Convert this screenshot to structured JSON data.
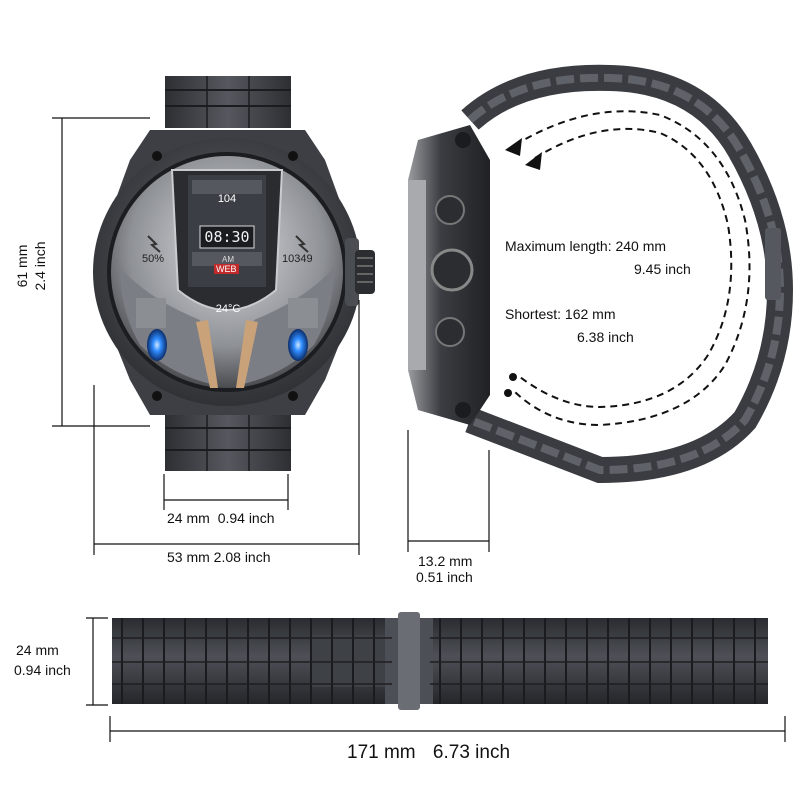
{
  "watch_face": {
    "steps": "104",
    "time": "08:30",
    "battery": "50%",
    "calories": "10349",
    "day_am": "AM",
    "day": "WEB",
    "temperature": "24°C"
  },
  "dimensions": {
    "height_mm": "61 mm",
    "height_inch": "2.4 inch",
    "strap_width_mm": "24 mm",
    "strap_width_inch": "0.94 inch",
    "case_width": "53 mm 2.08 inch",
    "thickness_mm": "13.2 mm",
    "thickness_inch": "0.51 inch",
    "band_width_mm": "24 mm",
    "band_width_inch": "0.94 inch",
    "band_length_mm": "171 mm",
    "band_length_inch": "6.73 inch"
  },
  "wrist_size": {
    "max_label": "Maximum length: 240 mm",
    "max_inch": "9.45 inch",
    "min_label": "Shortest: 162 mm",
    "min_inch": "6.38 inch"
  },
  "colors": {
    "metal_dark": "#3b3d42",
    "metal_mid": "#5a5d63",
    "metal_light": "#9a9ca0",
    "accent_blue": "#2f8cff",
    "accent_gold": "#c9a27a"
  }
}
